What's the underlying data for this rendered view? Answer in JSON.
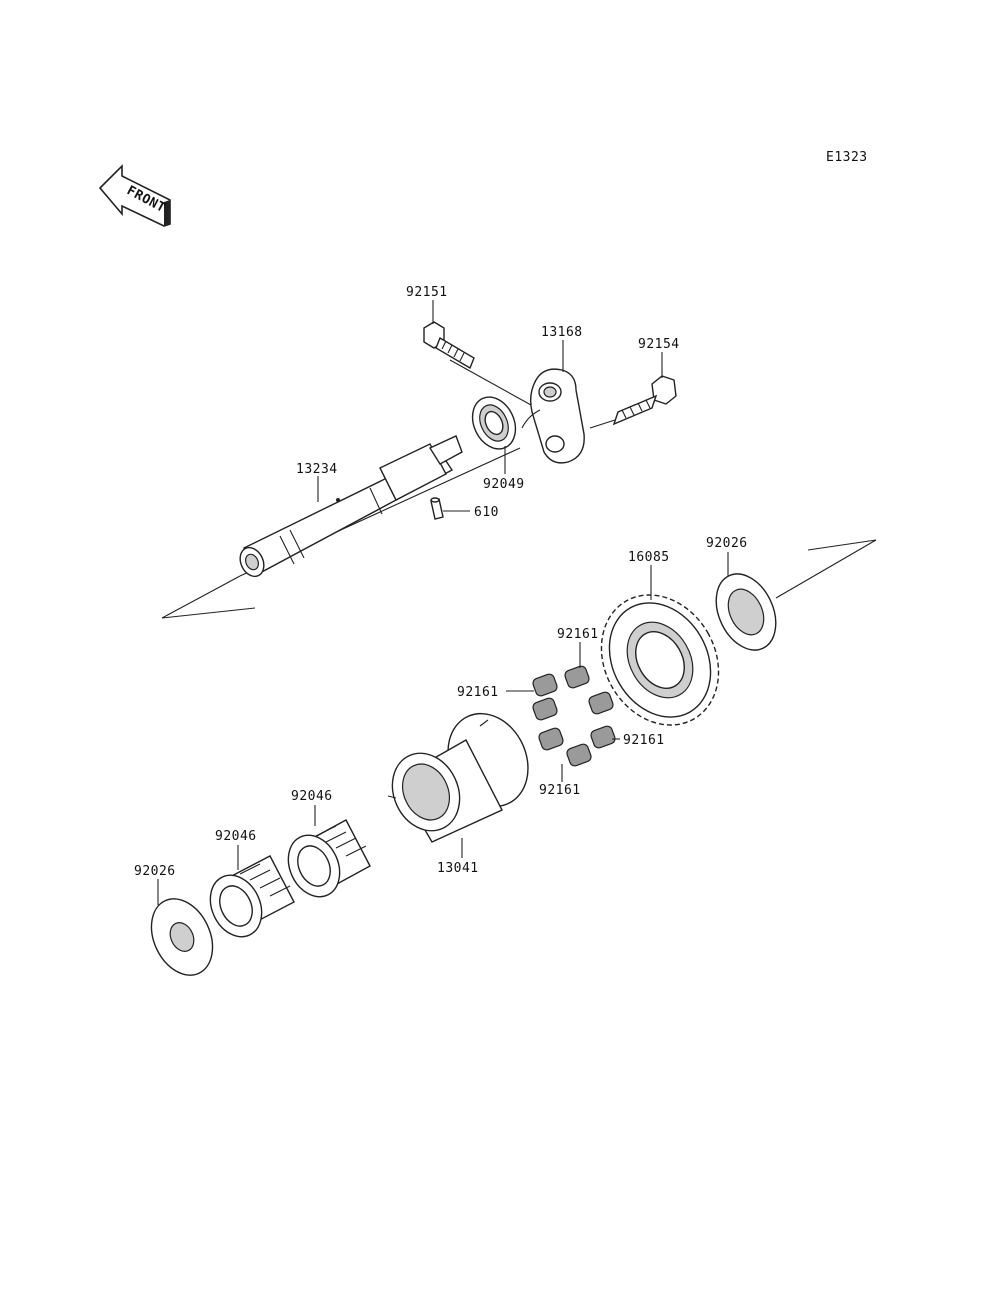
{
  "diagram_code": "E1323",
  "front_label": "FRONT",
  "parts": {
    "p92151": "92151",
    "p13168": "13168",
    "p92154": "92154",
    "p92049": "92049",
    "p13234": "13234",
    "p610": "610",
    "p16085": "16085",
    "p92026_right": "92026",
    "p92161_top": "92161",
    "p92161_left": "92161",
    "p92161_right": "92161",
    "p92161_bottom": "92161",
    "p92046_upper": "92046",
    "p92046_lower": "92046",
    "p13041": "13041",
    "p92026_left": "92026"
  }
}
